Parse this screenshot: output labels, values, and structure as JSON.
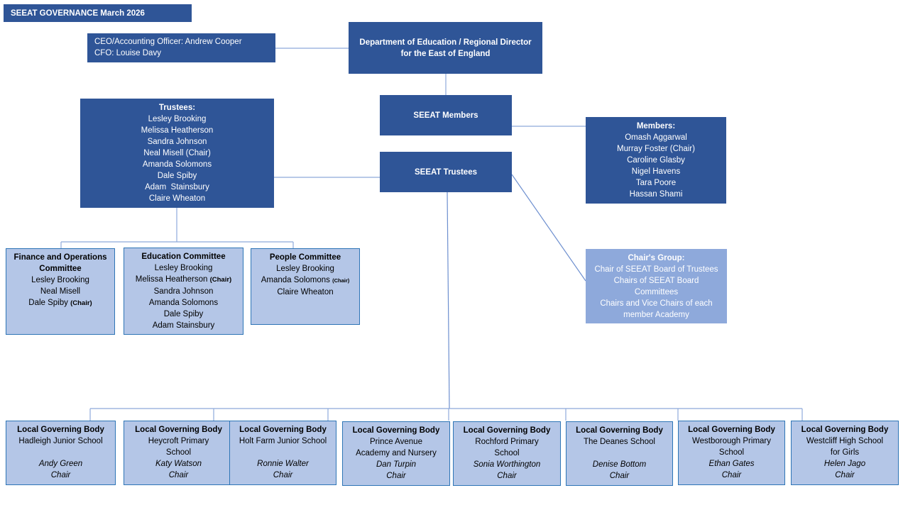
{
  "title": "SEEAT GOVERNANCE March 2026",
  "executives": {
    "lines": [
      "CEO/Accounting Officer: Andrew Cooper",
      "CFO: Louise Davy"
    ]
  },
  "dfe": {
    "lines": [
      "Department of Education / Regional Director",
      "for the East of England"
    ]
  },
  "seeat_members_label": "SEEAT Members",
  "seeat_trustees_label": "SEEAT Trustees",
  "trustees": {
    "heading": "Trustees:",
    "names": [
      "Lesley Brooking",
      "Melissa Heatherson",
      "Sandra Johnson",
      "Neal Misell (Chair)",
      "Amanda Solomons",
      "Dale Spiby",
      "Adam  Stainsbury",
      "Claire Wheaton"
    ]
  },
  "members": {
    "heading": "Members:",
    "names": [
      "Omash Aggarwal",
      "Murray Foster (Chair)",
      "Caroline Glasby",
      "Nigel Havens",
      "Tara Poore",
      "Hassan Shami"
    ]
  },
  "chairs_group": {
    "heading": "Chair's Group:",
    "lines": [
      "Chair of SEEAT Board of Trustees",
      "Chairs of SEEAT Board",
      "Committees",
      "Chairs and Vice Chairs of each",
      "member Academy"
    ]
  },
  "committees": [
    {
      "title_lines": [
        "Finance and Operations",
        "Committee"
      ],
      "members": [
        {
          "name": "Lesley Brooking",
          "role": ""
        },
        {
          "name": "Neal Misell",
          "role": ""
        },
        {
          "name": "Dale Spiby",
          "role": "(Chair)"
        }
      ]
    },
    {
      "title_lines": [
        "Education Committee"
      ],
      "members": [
        {
          "name": "Lesley Brooking",
          "role": ""
        },
        {
          "name": "Melissa Heatherson",
          "role": "(Chair)"
        },
        {
          "name": "Sandra Johnson",
          "role": ""
        },
        {
          "name": "Amanda Solomons",
          "role": ""
        },
        {
          "name": "Dale Spiby",
          "role": ""
        },
        {
          "name": "Adam Stainsbury",
          "role": ""
        }
      ]
    },
    {
      "title_lines": [
        "People Committee"
      ],
      "members": [
        {
          "name": "Lesley Brooking",
          "role": ""
        },
        {
          "name": "Amanda Solomons",
          "role": "(Chair)"
        },
        {
          "name": "Claire Wheaton",
          "role": ""
        }
      ]
    }
  ],
  "local_governing_bodies": [
    {
      "heading": "Local Governing Body",
      "school_lines": [
        "Hadleigh Junior School",
        ""
      ],
      "chair_name": "Andy Green",
      "chair_label": "Chair"
    },
    {
      "heading": "Local Governing Body",
      "school_lines": [
        "Heycroft Primary",
        "School"
      ],
      "chair_name": "Katy Watson",
      "chair_label": "Chair"
    },
    {
      "heading": "Local Governing Body",
      "school_lines": [
        "Holt Farm Junior School",
        ""
      ],
      "chair_name": "Ronnie Walter",
      "chair_label": "Chair"
    },
    {
      "heading": "Local Governing Body",
      "school_lines": [
        "Prince Avenue",
        "Academy and Nursery"
      ],
      "chair_name": "Dan Turpin",
      "chair_label": "Chair"
    },
    {
      "heading": "Local Governing Body",
      "school_lines": [
        "Rochford Primary",
        "School"
      ],
      "chair_name": "Sonia Worthington",
      "chair_label": "Chair"
    },
    {
      "heading": "Local Governing Body",
      "school_lines": [
        "The Deanes School",
        ""
      ],
      "chair_name": "Denise Bottom",
      "chair_label": "Chair"
    },
    {
      "heading": "Local Governing Body",
      "school_lines": [
        "Westborough Primary",
        "School"
      ],
      "chair_name": "Ethan Gates",
      "chair_label": "Chair"
    },
    {
      "heading": "Local Governing Body",
      "school_lines": [
        "Westcliff High School",
        "for Girls"
      ],
      "chair_name": "Helen Jago",
      "chair_label": "Chair"
    }
  ],
  "colors": {
    "dark_box": "#2F5597",
    "light_box": "#B4C6E7",
    "light_border": "#2E75B6",
    "chairs_group_box": "#8EA9DB",
    "connector": "#8EA9DB"
  }
}
